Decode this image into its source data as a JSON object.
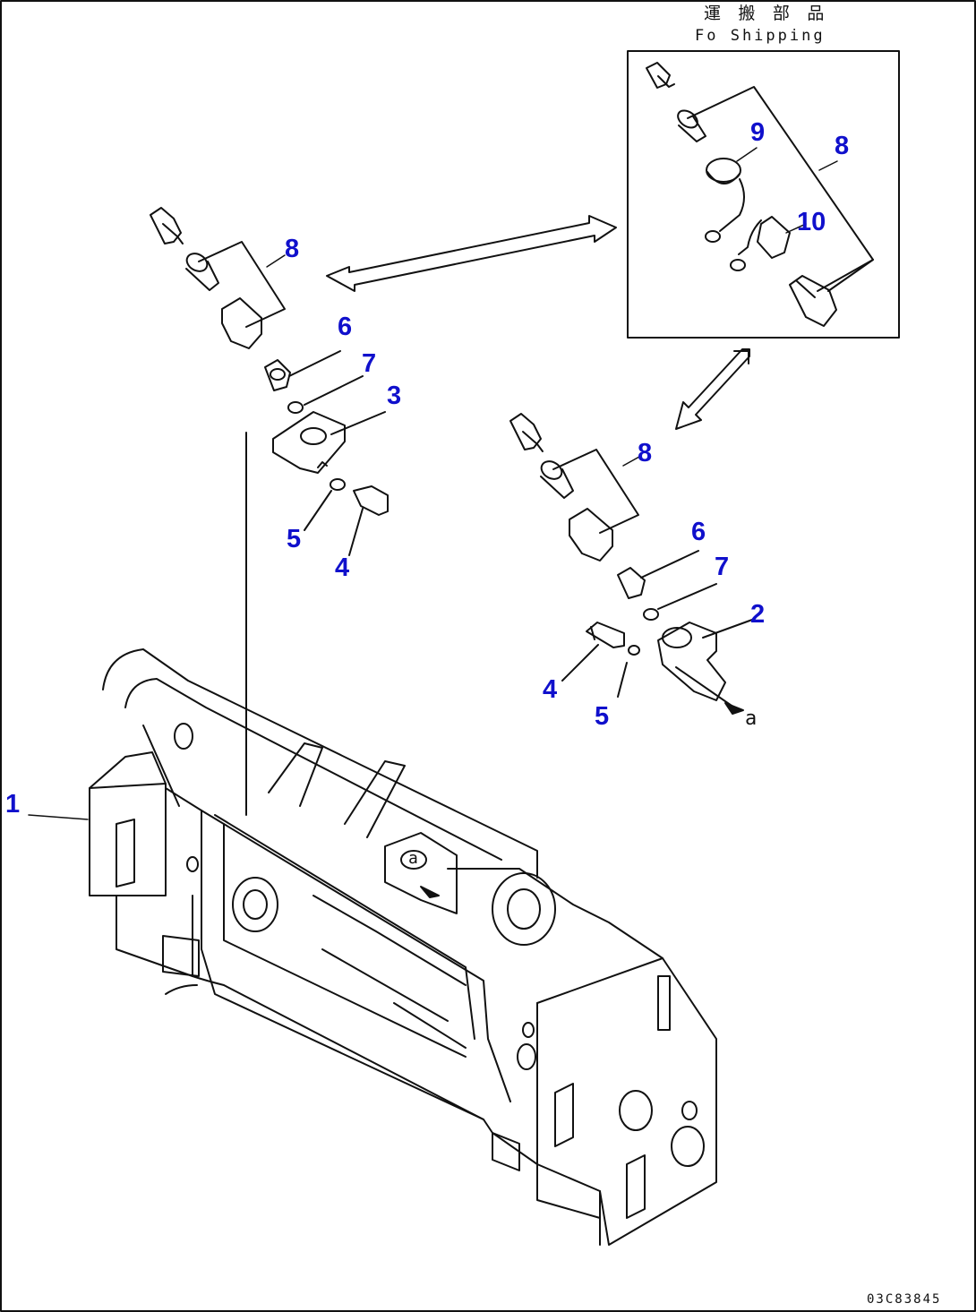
{
  "inset": {
    "title": "運 搬 部 品",
    "subtitle": "Fo  Shipping"
  },
  "drawing_code": "03C83845",
  "ref_letter": "a",
  "ref_letter_2": "a",
  "callouts": {
    "c1": "1",
    "c2": "2",
    "c3": "3",
    "c4a": "4",
    "c4b": "4",
    "c5a": "5",
    "c5b": "5",
    "c6a": "6",
    "c6b": "6",
    "c7a": "7",
    "c7b": "7",
    "c8a": "8",
    "c8b": "8",
    "c8c": "8",
    "c9": "9",
    "c10": "10"
  }
}
